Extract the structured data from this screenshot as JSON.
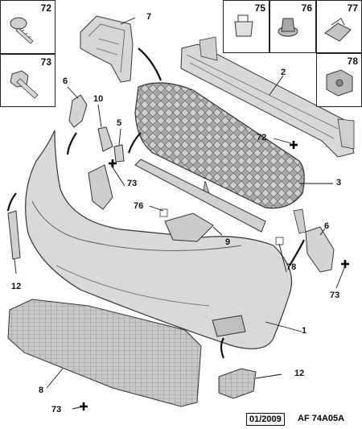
{
  "insets": {
    "n72": "72",
    "n73": "73",
    "n75": "75",
    "n76": "76",
    "n77": "77",
    "n78": "78"
  },
  "callouts": {
    "c1": "1",
    "c2": "2",
    "c3": "3",
    "c5": "5",
    "c6_left": "6",
    "c6_right": "6",
    "c7": "7",
    "c8": "8",
    "c9": "9",
    "c10": "10",
    "c12_left": "12",
    "c12_right": "12",
    "c72": "72",
    "c73_mid": "73",
    "c73_right": "73",
    "c73_bottom": "73",
    "c76": "76",
    "c78": "78"
  },
  "footer": {
    "date": "01/2009",
    "reference": "AF 74A05A"
  },
  "colors": {
    "part_fill": "#d9d9d9",
    "part_stroke": "#333333",
    "mesh_fill": "#cfcfcf",
    "line": "#111111"
  }
}
